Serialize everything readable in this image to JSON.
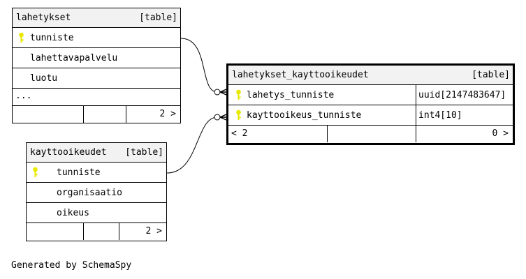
{
  "tables": {
    "lahetykset": {
      "name": "lahetykset",
      "type": "[table]",
      "columns": [
        "tunniste",
        "lahettavapalvelu",
        "luotu"
      ],
      "more": "...",
      "children_count": "2 >"
    },
    "kayttooikeudet": {
      "name": "kayttooikeudet",
      "type": "[table]",
      "columns": [
        "tunniste",
        "organisaatio",
        "oikeus"
      ],
      "children_count": "2 >"
    },
    "lahetykset_kayttooikeudet": {
      "name": "lahetykset_kayttooikeudet",
      "type": "[table]",
      "columns": [
        {
          "name": "lahetys_tunniste",
          "type": "uuid[2147483647]"
        },
        {
          "name": "kayttooikeus_tunniste",
          "type": "int4[10]"
        }
      ],
      "parents_count": "< 2",
      "children_count": "0 >"
    }
  },
  "footer": "Generated by SchemaSpy",
  "colors": {
    "key": "#e8e800",
    "header": "#f2f2f2"
  },
  "icons": {
    "key": "key-icon"
  }
}
